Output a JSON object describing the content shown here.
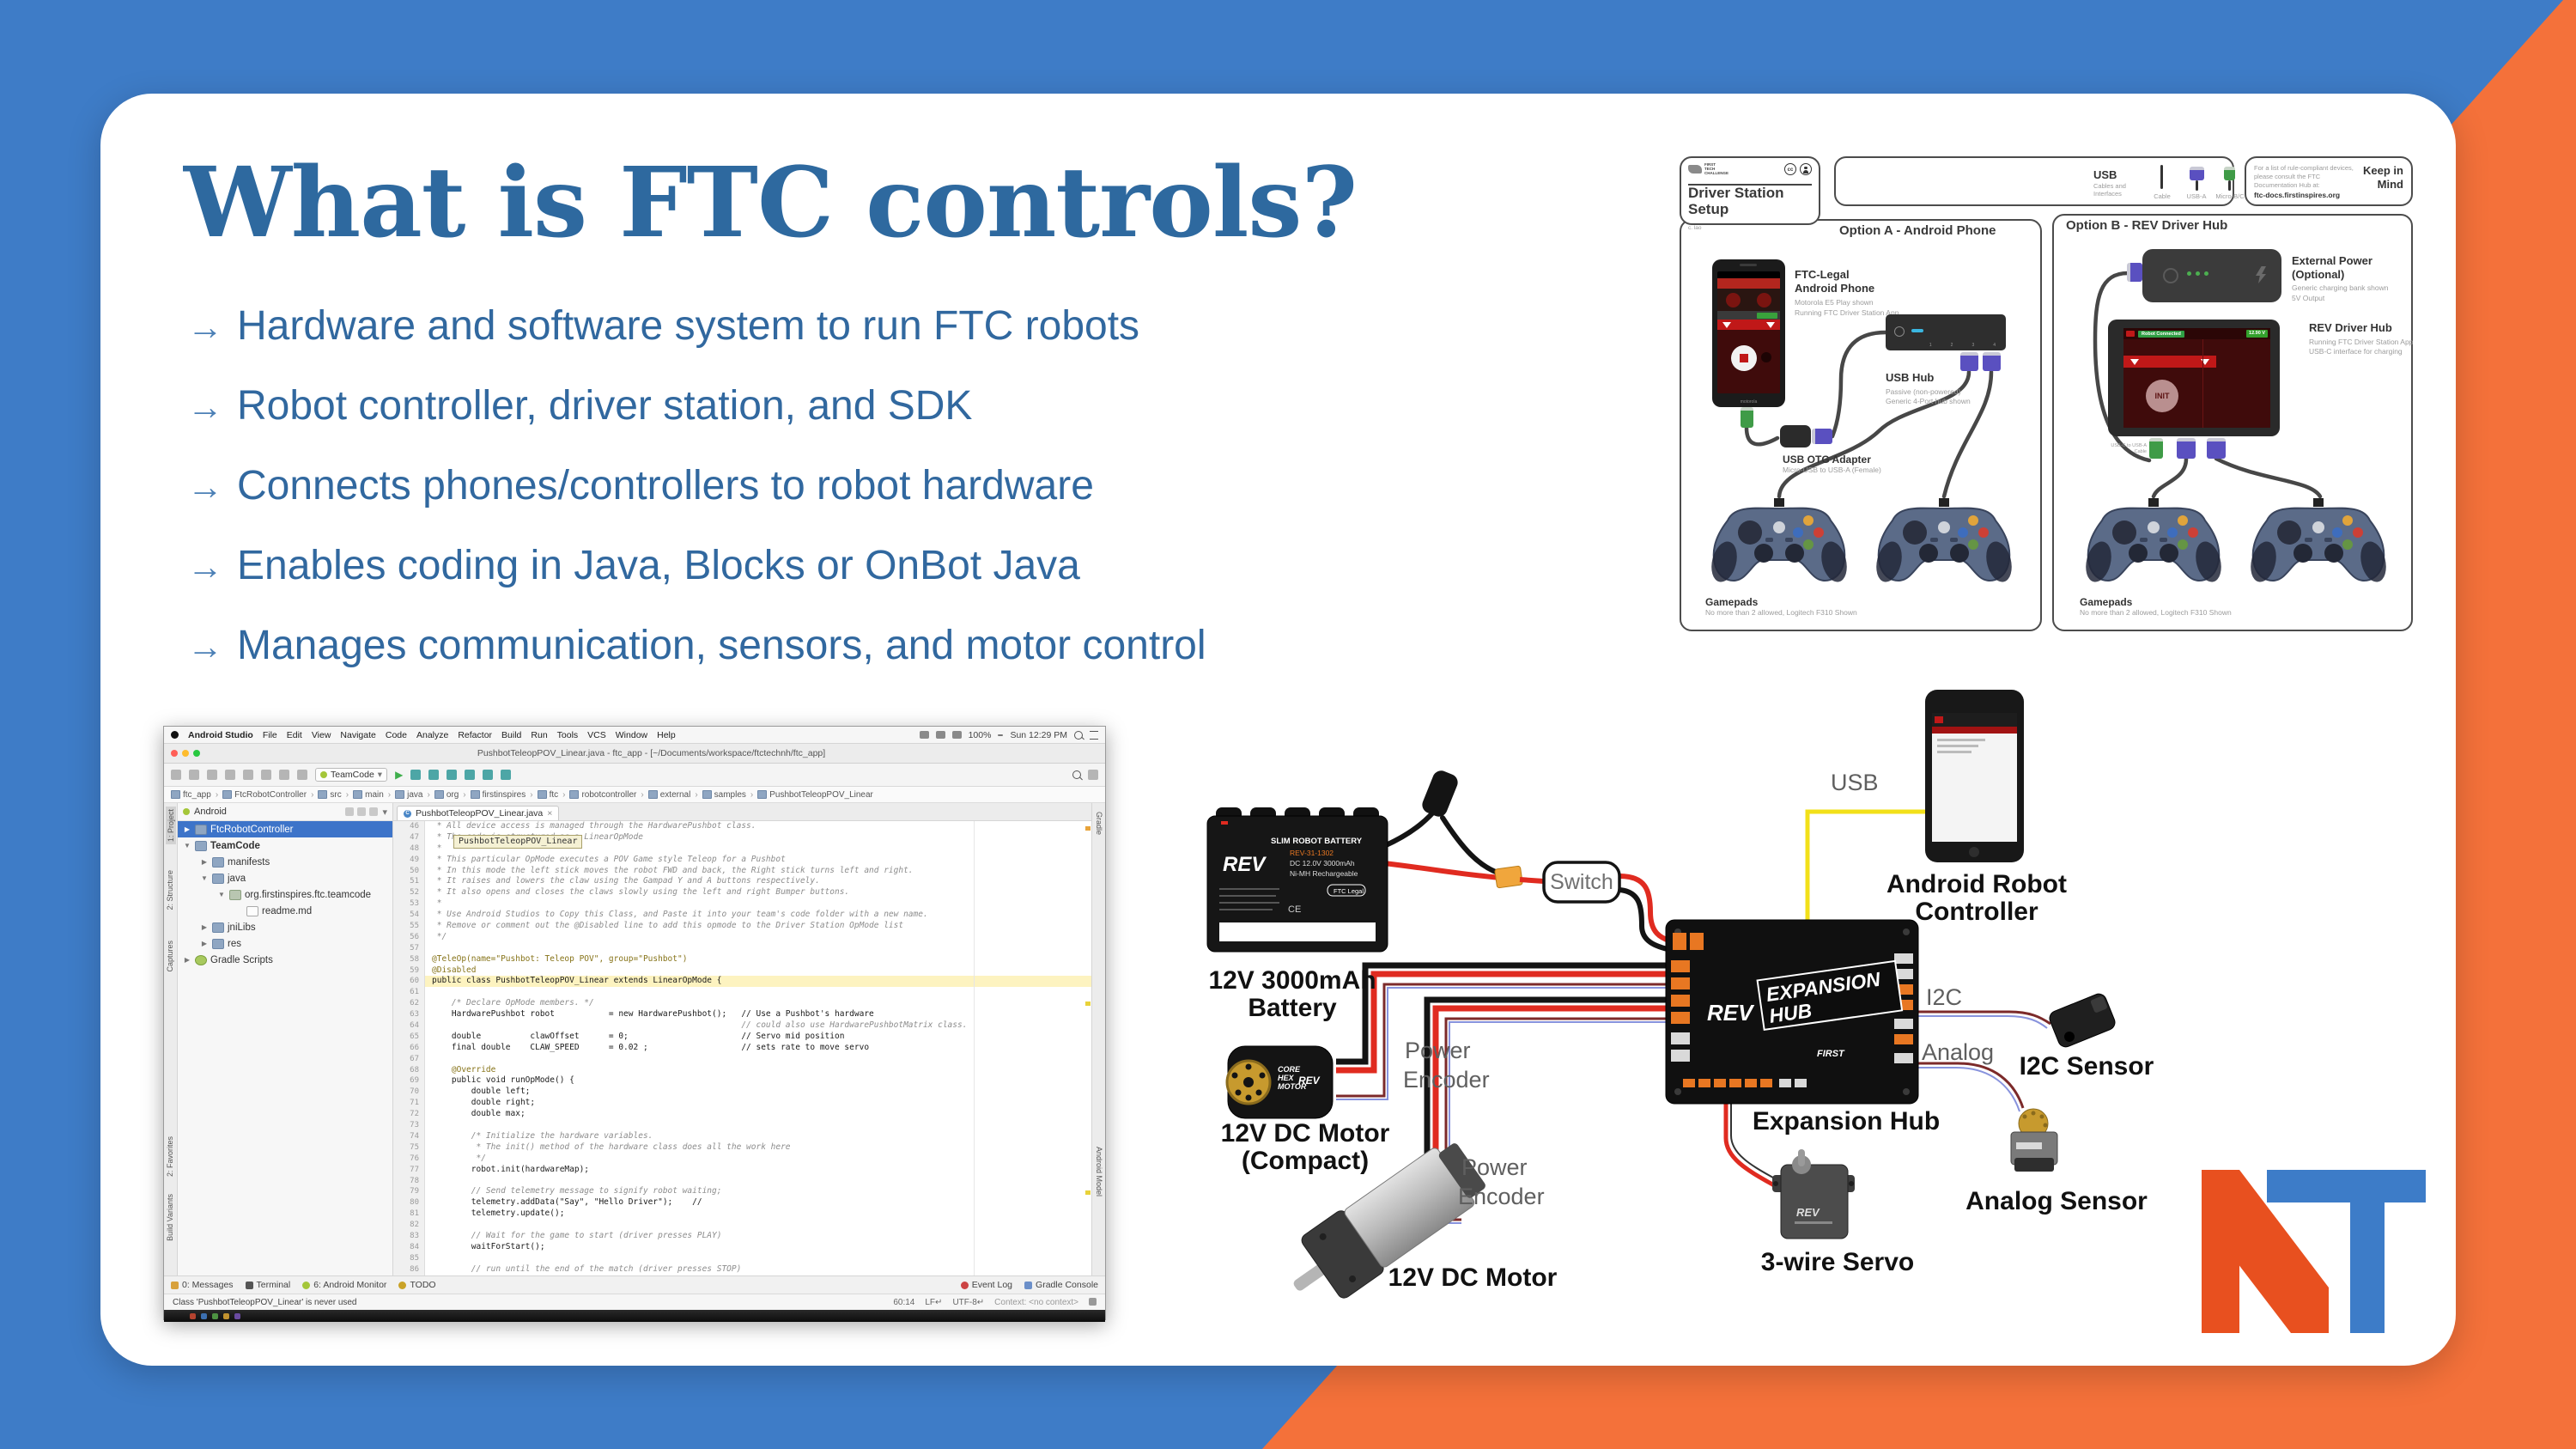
{
  "colors": {
    "bg_blue": "#3e7cc7",
    "bg_orange": "#f4713a",
    "title_blue": "#2e699f",
    "logo_orange": "#e8501f",
    "logo_blue": "#3d7cc8"
  },
  "slide": {
    "title": "What is FTC controls?",
    "bullets": [
      "Hardware and software system to run FTC robots",
      "Robot controller, driver station, and SDK",
      "Connects phones/controllers to robot hardware",
      "Enables coding in Java, Blocks or OnBot Java",
      "Manages communication, sensors, and motor control"
    ]
  },
  "driver_station": {
    "header": {
      "brand1": "FIRST",
      "brand2": "TECH",
      "brand3": "CHALLENGE",
      "cc": "cc",
      "title": "Driver Station Setup",
      "credit": "c. lao"
    },
    "usb_panel": {
      "title": "USB",
      "subtitle": "Cables and Interfaces",
      "items": [
        "Cable",
        "USB-A",
        "Micro-B/C"
      ]
    },
    "keep": {
      "line1": "For a list of rule-compliant devices,",
      "line2": "please consult the FTC",
      "line3": "Documentation Hub at:",
      "link": "ftc-docs.firstinspires.org",
      "label": "Keep in Mind"
    },
    "option_a": {
      "title": "Option A - Android Phone",
      "phone": {
        "name": "FTC-Legal Android Phone",
        "sub1": "Motorola E5 Play shown",
        "sub2": "Running FTC Driver Station App",
        "brand": "motorola"
      },
      "usb_hub": {
        "name": "USB Hub",
        "sub1": "Passive (non-powered)",
        "sub2": "Generic 4-Port hub shown"
      },
      "otg": {
        "name": "USB OTG Adapter",
        "sub1": "Micro-USB to USB-A (Female)"
      },
      "gamepads": {
        "name": "Gamepads",
        "sub1": "No more than 2 allowed, Logitech F310 Shown"
      }
    },
    "option_b": {
      "title": "Option B - REV Driver Hub",
      "power": {
        "name": "External Power (Optional)",
        "sub1": "Generic charging bank shown",
        "sub2": "5V Output"
      },
      "hub": {
        "name": "REV Driver Hub",
        "sub1": "Running FTC Driver Station App",
        "sub2": "USB-C interface for charging",
        "status": "Robot Connected",
        "init": "INIT",
        "voltage": "12.90 V",
        "cable": "USB-C to USB-A Cable"
      },
      "gamepads": {
        "name": "Gamepads",
        "sub1": "No more than 2 allowed, Logitech F310 Shown"
      }
    }
  },
  "android_studio": {
    "menubar": {
      "app": "Android Studio",
      "menus": [
        "File",
        "Edit",
        "View",
        "Navigate",
        "Code",
        "Analyze",
        "Refactor",
        "Build",
        "Run",
        "Tools",
        "VCS",
        "Window",
        "Help"
      ],
      "battery": "100%",
      "clock": "Sun 12:29 PM"
    },
    "window_title": "PushbotTeleopPOV_Linear.java - ftc_app - [~/Documents/workspace/ftctechnh/ftc_app]",
    "run_config": "TeamCode",
    "breadcrumbs": [
      "ftc_app",
      "FtcRobotController",
      "src",
      "main",
      "java",
      "org",
      "firstinspires",
      "ftc",
      "robotcontroller",
      "external",
      "samples",
      "PushbotTeleopPOV_Linear"
    ],
    "project": {
      "mode": "Android",
      "tree": [
        {
          "label": "FtcRobotController"
        },
        {
          "label": "TeamCode"
        },
        {
          "label": "manifests"
        },
        {
          "label": "java"
        },
        {
          "label": "org.firstinspires.ftc.teamcode"
        },
        {
          "label": "readme.md"
        },
        {
          "label": "jniLibs"
        },
        {
          "label": "res"
        },
        {
          "label": "Gradle Scripts"
        }
      ]
    },
    "tool_windows": {
      "left_top1": "1: Project",
      "left_top2": "2: Structure",
      "left_top3": "Captures",
      "left_bottom1": "2: Favorites",
      "left_bottom2": "Build Variants",
      "right_top": "Gradle",
      "right_bottom": "Android Model"
    },
    "editor": {
      "tab": "PushbotTeleopPOV_Linear.java",
      "tooltip": "PushbotTeleopPOV_Linear",
      "lines": [
        {
          "n": "46",
          "c": "cm",
          "t": " * All device access is managed through the HardwarePushbot class."
        },
        {
          "n": "47",
          "c": "cm",
          "t": " * The code is structured as a LinearOpMode"
        },
        {
          "n": "48",
          "c": "cm",
          "t": " *"
        },
        {
          "n": "49",
          "c": "cm",
          "t": " * This particular OpMode executes a POV Game style Teleop for a Pushbot"
        },
        {
          "n": "50",
          "c": "cm",
          "t": " * In this mode the left stick moves the robot FWD and back, the Right stick turns left and right."
        },
        {
          "n": "51",
          "c": "cm",
          "t": " * It raises and lowers the claw using the Gampad Y and A buttons respectively."
        },
        {
          "n": "52",
          "c": "cm",
          "t": " * It also opens and closes the claws slowly using the left and right Bumper buttons."
        },
        {
          "n": "53",
          "c": "cm",
          "t": " *"
        },
        {
          "n": "54",
          "c": "cm",
          "t": " * Use Android Studios to Copy this Class, and Paste it into your team's code folder with a new name."
        },
        {
          "n": "55",
          "c": "cm",
          "t": " * Remove or comment out the @Disabled line to add this opmode to the Driver Station OpMode list"
        },
        {
          "n": "56",
          "c": "cm",
          "t": " */"
        },
        {
          "n": "57",
          "c": "pl",
          "t": ""
        },
        {
          "n": "58",
          "c": "an",
          "t": "@TeleOp(name=\"Pushbot: Teleop POV\", group=\"Pushbot\")"
        },
        {
          "n": "59",
          "c": "an",
          "t": "@Disabled"
        },
        {
          "n": "60",
          "c": "hl",
          "t": "public class PushbotTeleopPOV_Linear extends LinearOpMode {"
        },
        {
          "n": "61",
          "c": "pl",
          "t": ""
        },
        {
          "n": "62",
          "c": "cm",
          "t": "    /* Declare OpMode members. */"
        },
        {
          "n": "63",
          "c": "pl",
          "t": "    HardwarePushbot robot           = new HardwarePushbot();   // Use a Pushbot's hardware"
        },
        {
          "n": "64",
          "c": "cm",
          "t": "                                                               // could also use HardwarePushbotMatrix class."
        },
        {
          "n": "65",
          "c": "pl",
          "t": "    double          clawOffset      = 0;                       // Servo mid position"
        },
        {
          "n": "66",
          "c": "pl",
          "t": "    final double    CLAW_SPEED      = 0.02 ;                   // sets rate to move servo"
        },
        {
          "n": "67",
          "c": "pl",
          "t": ""
        },
        {
          "n": "68",
          "c": "an",
          "t": "    @Override"
        },
        {
          "n": "69",
          "c": "pl",
          "t": "    public void runOpMode() {"
        },
        {
          "n": "70",
          "c": "pl",
          "t": "        double left;"
        },
        {
          "n": "71",
          "c": "pl",
          "t": "        double right;"
        },
        {
          "n": "72",
          "c": "pl",
          "t": "        double max;"
        },
        {
          "n": "73",
          "c": "pl",
          "t": ""
        },
        {
          "n": "74",
          "c": "cm",
          "t": "        /* Initialize the hardware variables."
        },
        {
          "n": "75",
          "c": "cm",
          "t": "         * The init() method of the hardware class does all the work here"
        },
        {
          "n": "76",
          "c": "cm",
          "t": "         */"
        },
        {
          "n": "77",
          "c": "pl",
          "t": "        robot.init(hardwareMap);"
        },
        {
          "n": "78",
          "c": "pl",
          "t": ""
        },
        {
          "n": "79",
          "c": "cm",
          "t": "        // Send telemetry message to signify robot waiting;"
        },
        {
          "n": "80",
          "c": "pl",
          "t": "        telemetry.addData(\"Say\", \"Hello Driver\");    //"
        },
        {
          "n": "81",
          "c": "pl",
          "t": "        telemetry.update();"
        },
        {
          "n": "82",
          "c": "pl",
          "t": ""
        },
        {
          "n": "83",
          "c": "cm",
          "t": "        // Wait for the game to start (driver presses PLAY)"
        },
        {
          "n": "84",
          "c": "pl",
          "t": "        waitForStart();"
        },
        {
          "n": "85",
          "c": "pl",
          "t": ""
        },
        {
          "n": "86",
          "c": "cm",
          "t": "        // run until the end of the match (driver presses STOP)"
        }
      ]
    },
    "bottom_tabs": {
      "t1": "0: Messages",
      "t2": "Terminal",
      "t3": "6: Android Monitor",
      "t4": "TODO",
      "r1": "Event Log",
      "r2": "Gradle Console"
    },
    "status": {
      "message": "Class 'PushbotTeleopPOV_Linear' is never used",
      "caret": "60:14",
      "line_ending": "LF↵",
      "encoding": "UTF-8↵",
      "context": "Context: <no context>"
    }
  },
  "wiring": {
    "battery": {
      "label": "12V 3000mAh Battery",
      "brand": "REV",
      "line1": "SLIM ROBOT BATTERY",
      "line2": "REV-31-1302",
      "line3": "DC 12.0V 3000mAh",
      "line4": "Ni-MH Rechargeable",
      "chip": "FTC Legal"
    },
    "switch_label": "Switch",
    "controller": {
      "label": "Android Robot Controller"
    },
    "hub": {
      "label": "Expansion Hub",
      "brand": "REV",
      "name1": "EXPANSION",
      "name2": "HUB",
      "first": "FIRST"
    },
    "i2c": {
      "wire": "I2C",
      "label": "I2C Sensor"
    },
    "analog": {
      "wire": "Analog",
      "label": "Analog Sensor"
    },
    "motor_compact": {
      "label": "12V DC Motor (Compact)",
      "power": "Power",
      "encoder": "Encoder",
      "brand": "REV",
      "name1": "CORE",
      "name2": "HEX",
      "name3": "MOTOR"
    },
    "motor": {
      "label": "12V DC Motor",
      "power": "Power",
      "encoder": "Encoder"
    },
    "servo": {
      "label": "3-wire Servo",
      "brand": "REV"
    },
    "usb_wire": "USB"
  }
}
